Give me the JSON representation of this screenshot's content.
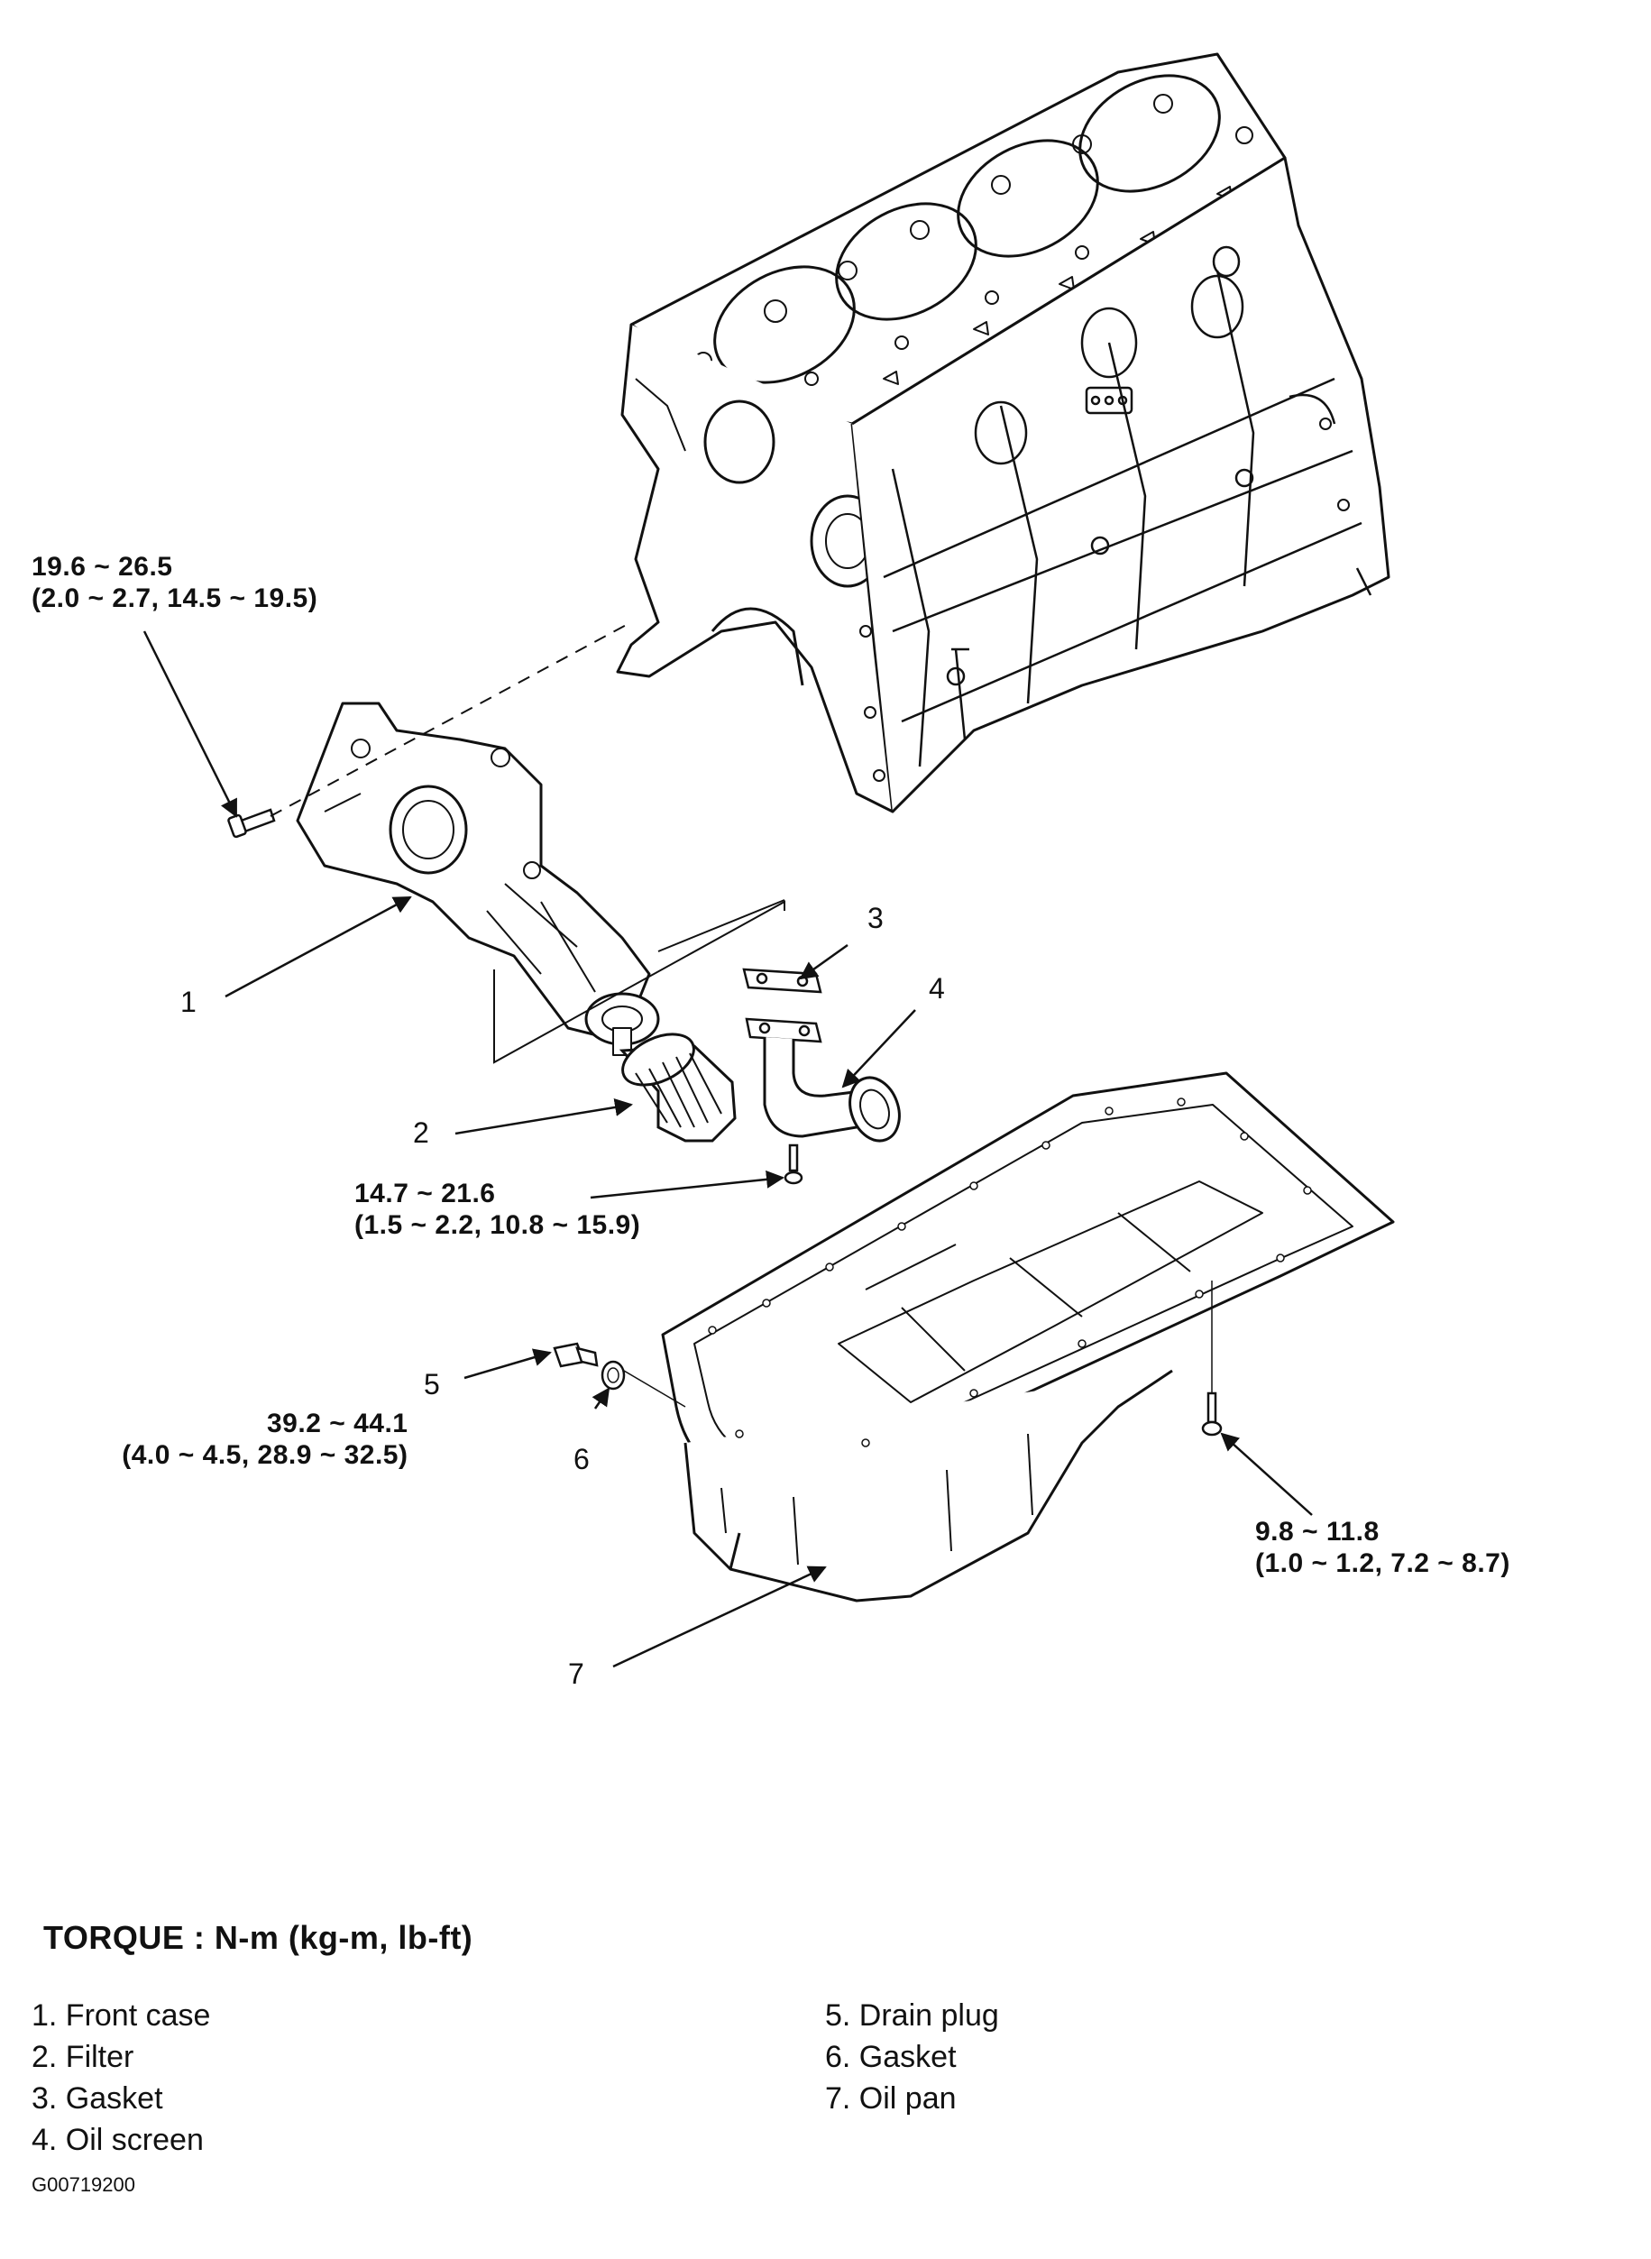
{
  "torque_labels": {
    "front_case_bolt": {
      "line1": "19.6  ~  26.5",
      "line2": "(2.0  ~  2.7,  14.5  ~  19.5)"
    },
    "oil_screen_bolt": {
      "line1": "14.7  ~  21.6",
      "line2": "(1.5  ~  2.2,  10.8  ~  15.9)"
    },
    "drain_plug": {
      "line1": "39.2  ~  44.1",
      "line2": "(4.0  ~  4.5,  28.9  ~  32.5)"
    },
    "oil_pan_bolt": {
      "line1": "9.8  ~  11.8",
      "line2": "(1.0  ~  1.2,  7.2  ~  8.7)"
    }
  },
  "callouts": [
    "1",
    "2",
    "3",
    "4",
    "5",
    "6",
    "7"
  ],
  "legend": {
    "title": "TORQUE  :  N-m  (kg-m,  lb-ft)",
    "items": [
      "1.  Front case",
      "2.  Filter",
      "3.  Gasket",
      "4.  Oil screen",
      "5.  Drain plug",
      "6.  Gasket",
      "7.  Oil pan"
    ]
  },
  "doc_id": "G00719200",
  "colors": {
    "ink": "#111111",
    "paper": "#ffffff"
  }
}
